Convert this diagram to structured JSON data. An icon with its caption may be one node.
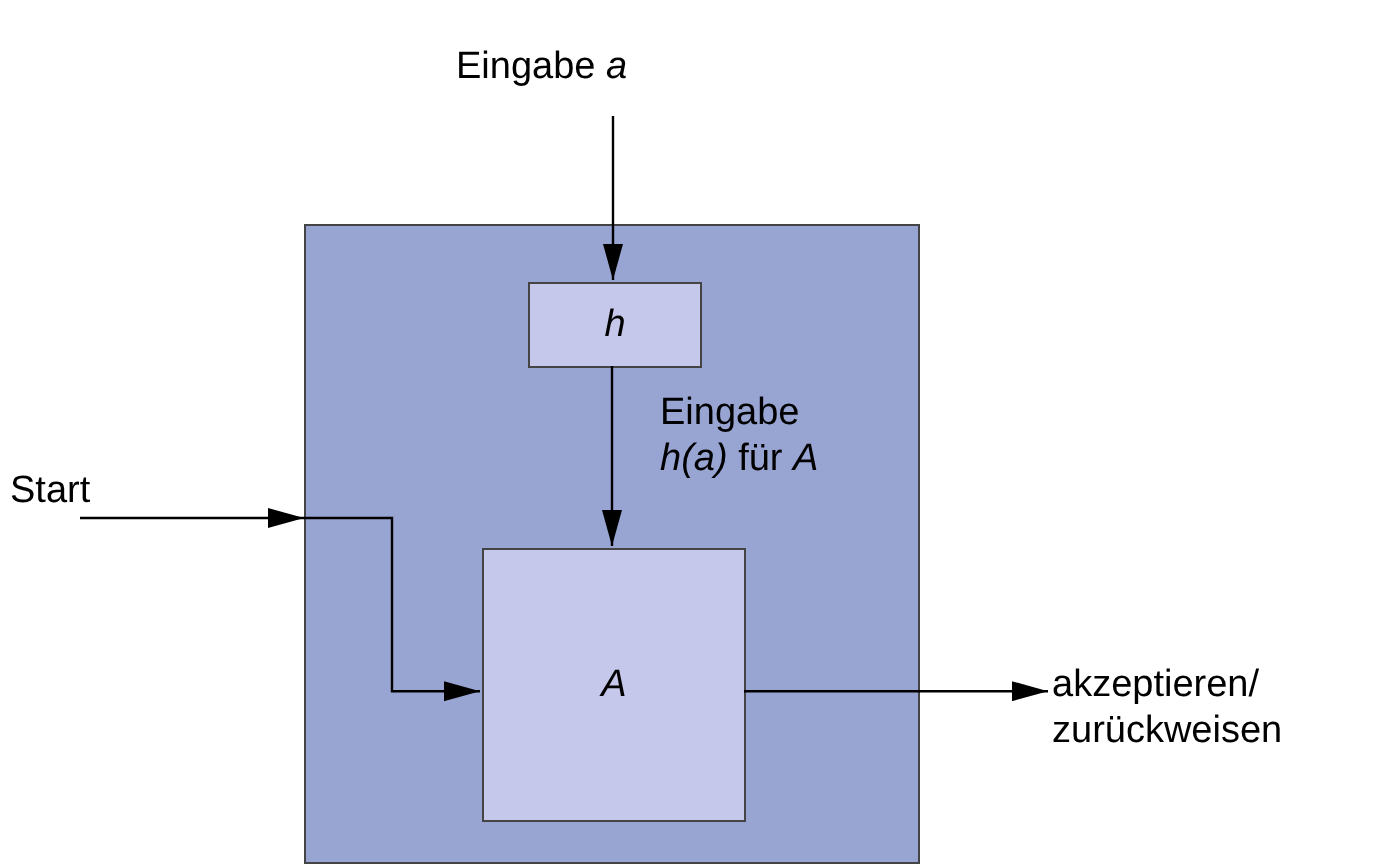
{
  "diagram": {
    "nodes": [
      {
        "text": [
          "Eingabe *a*"
        ]
      },
      {
        "text": [],
        "shape": "box"
      },
      {
        "text": [
          "h"
        ],
        "in": 1
      },
      {
        "text": [
          "Start"
        ]
      },
      {
        "text": [
          "A"
        ],
        "in": 1
      },
      {
        "text": [
          "akzeptieren/ zurückweisen"
        ]
      }
    ],
    "edges": [
      {
        "from": 0,
        "to": 2,
        "arrow": "to"
      },
      {
        "from": 2,
        "to": 4,
        "arrow": "to",
        "label": "Eingabe *h(a)* für *A*"
      },
      {
        "from": 3,
        "to": 4,
        "arrow": "to"
      },
      {
        "from": 4,
        "to": 5,
        "arrow": "to"
      }
    ]
  }
}
